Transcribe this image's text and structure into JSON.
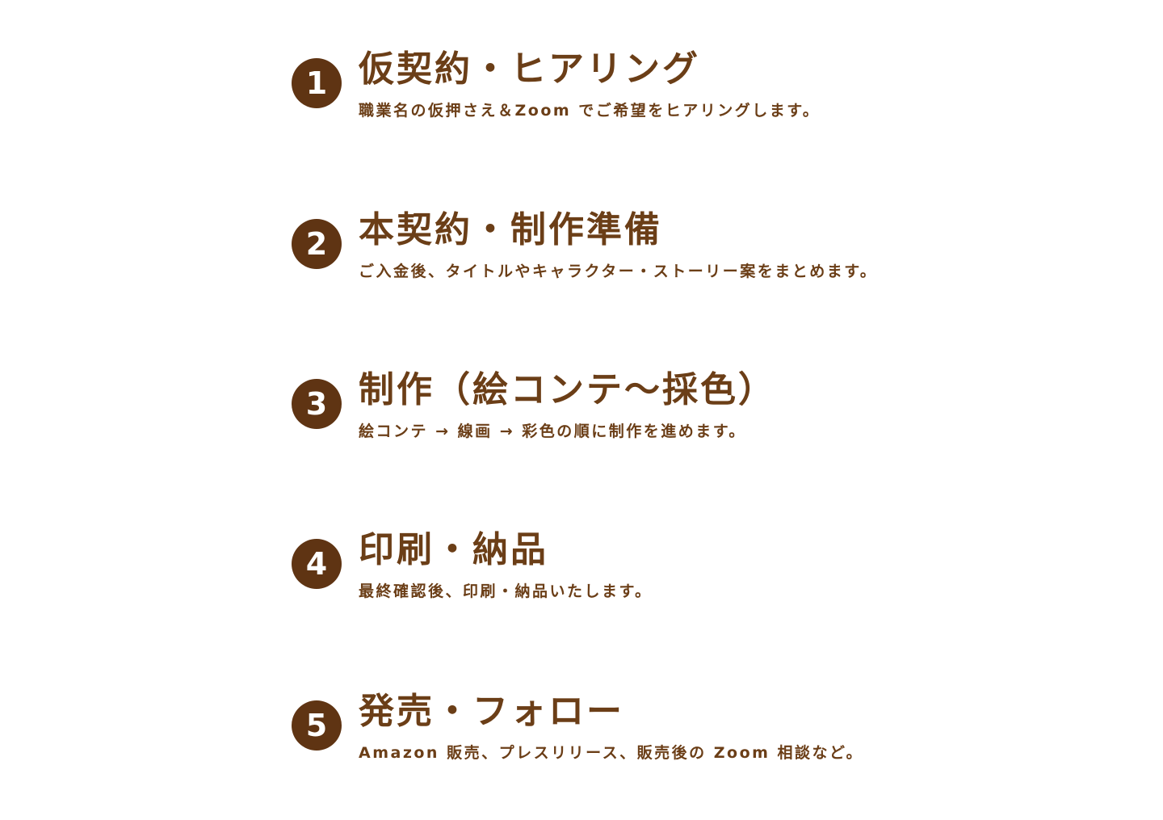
{
  "steps": [
    {
      "number": "1",
      "title": "仮契約・ヒアリング",
      "description": "職業名の仮押さえ＆Zoom でご希望をヒアリングします。"
    },
    {
      "number": "2",
      "title": "本契約・制作準備",
      "description": "ご入金後、タイトルやキャラクター・ストーリー案をまとめます。"
    },
    {
      "number": "3",
      "title": "制作（絵コンテ〜採色）",
      "description": "絵コンテ → 線画 → 彩色の順に制作を進めます。"
    },
    {
      "number": "4",
      "title": "印刷・納品",
      "description": "最終確認後、印刷・納品いたします。"
    },
    {
      "number": "5",
      "title": "発売・フォロー",
      "description": "Amazon 販売、プレスリリース、販売後の Zoom 相談など。"
    }
  ],
  "colors": {
    "text": "#6b3e17",
    "badge": "#5f3413",
    "background": "#ffffff"
  }
}
